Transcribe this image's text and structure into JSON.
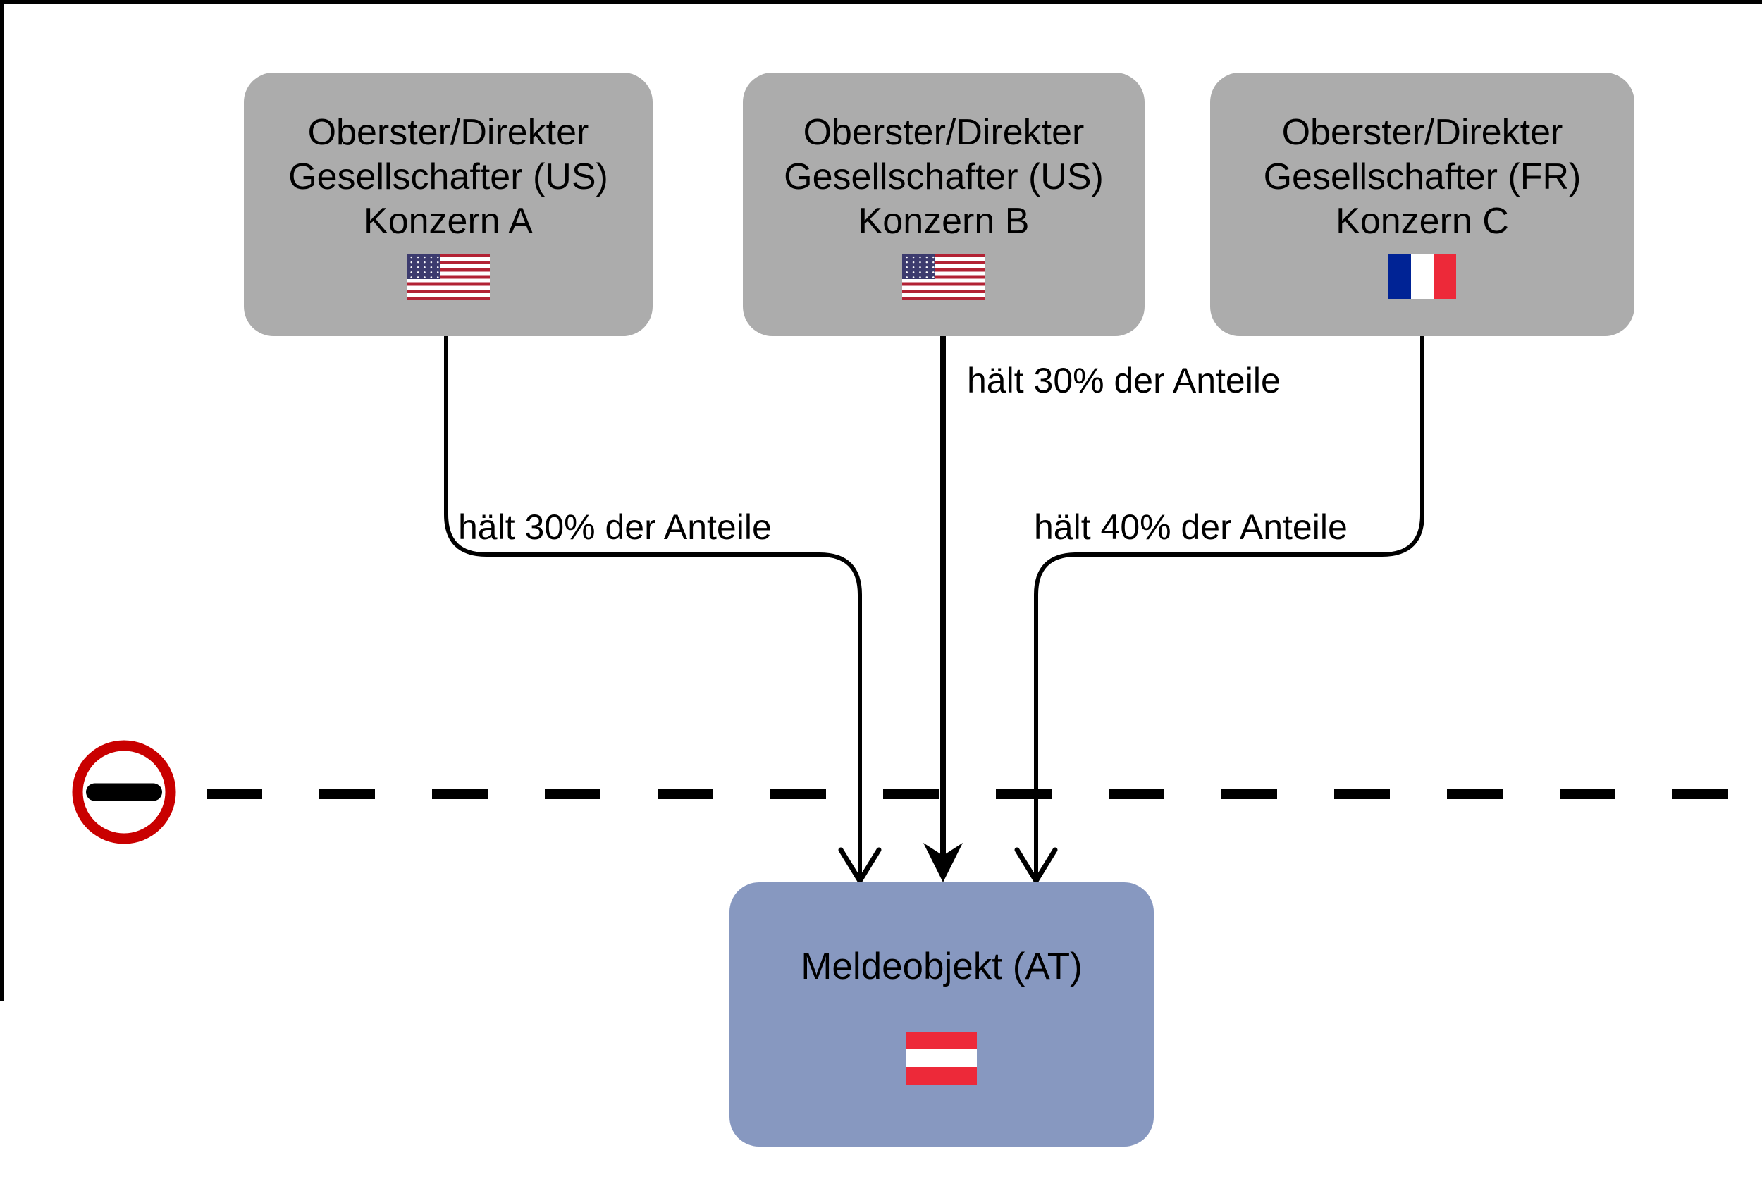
{
  "diagram": {
    "shareholders": [
      {
        "line1": "Oberster/Direkter",
        "line2": "Gesellschafter (US)",
        "line3": "Konzern A",
        "flag": "US"
      },
      {
        "line1": "Oberster/Direkter",
        "line2": "Gesellschafter (US)",
        "line3": "Konzern B",
        "flag": "US"
      },
      {
        "line1": "Oberster/Direkter",
        "line2": "Gesellschafter (FR)",
        "line3": "Konzern C",
        "flag": "FR"
      }
    ],
    "edge_labels": {
      "a": "hält 30% der Anteile",
      "b": "hält 30% der Anteile",
      "c": "hält 40% der Anteile"
    },
    "target": {
      "label": "Meldeobjekt (AT)",
      "flag": "AT"
    },
    "icons": {
      "border_icon": "no-entry-sign"
    },
    "colors": {
      "shareholder_box": "#acacac",
      "target_box": "#8798c0",
      "line": "#000000",
      "no_entry_red": "#c90000",
      "us_flag_blue": "#3c3b6e",
      "us_flag_red": "#b22234",
      "fr_flag_blue": "#002395",
      "fr_flag_red": "#ed2939",
      "at_flag_red": "#ed2939"
    }
  }
}
